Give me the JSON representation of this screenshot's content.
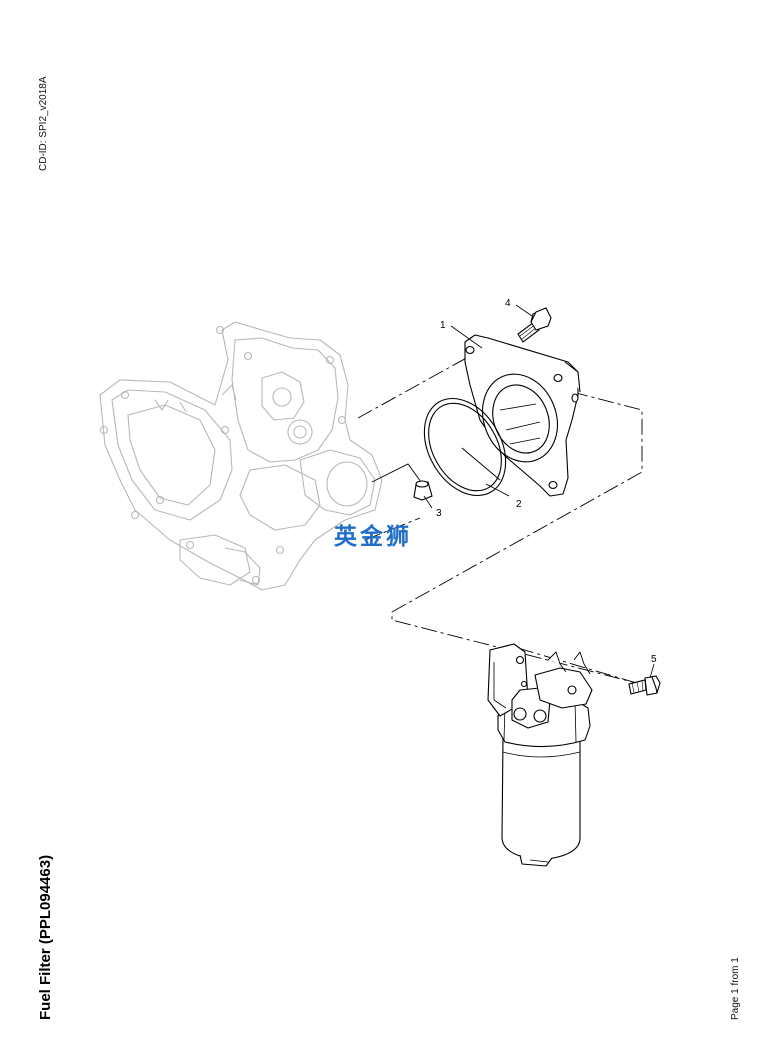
{
  "header": {
    "cd_id": "CD-ID: SPI2_v2018A"
  },
  "title": {
    "text": "Fuel Filter (PPL094463)"
  },
  "footer": {
    "page": "Page 1 from 1"
  },
  "watermark": {
    "text": "英金狮"
  },
  "diagram": {
    "callouts": [
      {
        "id": "1",
        "label": "1"
      },
      {
        "id": "2",
        "label": "2"
      },
      {
        "id": "3",
        "label": "3"
      },
      {
        "id": "4",
        "label": "4"
      },
      {
        "id": "5",
        "label": "5"
      }
    ],
    "line_color": "#000000",
    "ghost_color": "#b8b8b8"
  }
}
